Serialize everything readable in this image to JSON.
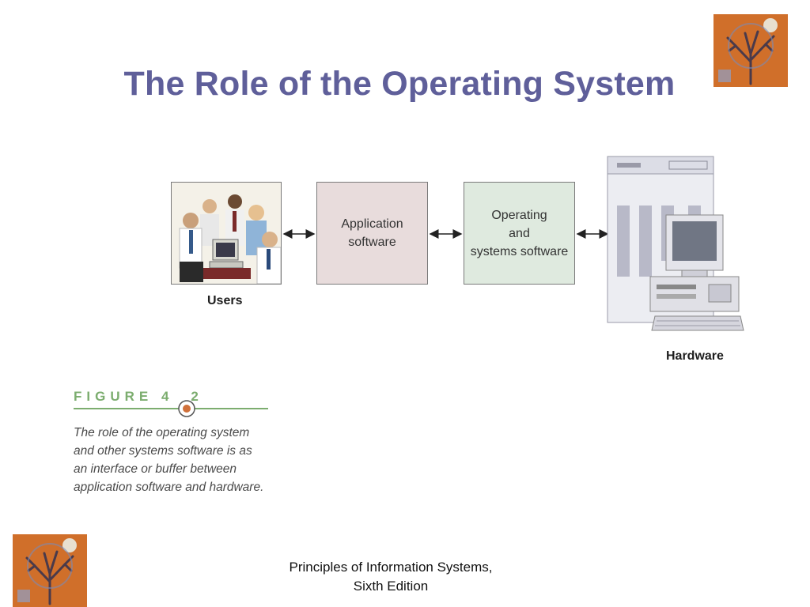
{
  "slide": {
    "title": "The Role of the Operating System"
  },
  "diagram": {
    "users_label": "Users",
    "application_box": "Application\nsoftware",
    "os_box": "Operating\nand\nsystems software",
    "hardware_label": "Hardware"
  },
  "figure": {
    "label_part1": "FIGURE 4",
    "label_part2": "2",
    "caption_lines": [
      "The role of the operating system",
      "and other systems software is as",
      "an interface or buffer between",
      "application software and hardware."
    ]
  },
  "footer": {
    "line1": "Principles of Information Systems,",
    "line2": "Sixth Edition"
  },
  "colors": {
    "title": "#5f5f9a",
    "figure_accent": "#7cad6f",
    "application_fill": "#e8dcdc",
    "os_fill": "#dfeadf"
  }
}
